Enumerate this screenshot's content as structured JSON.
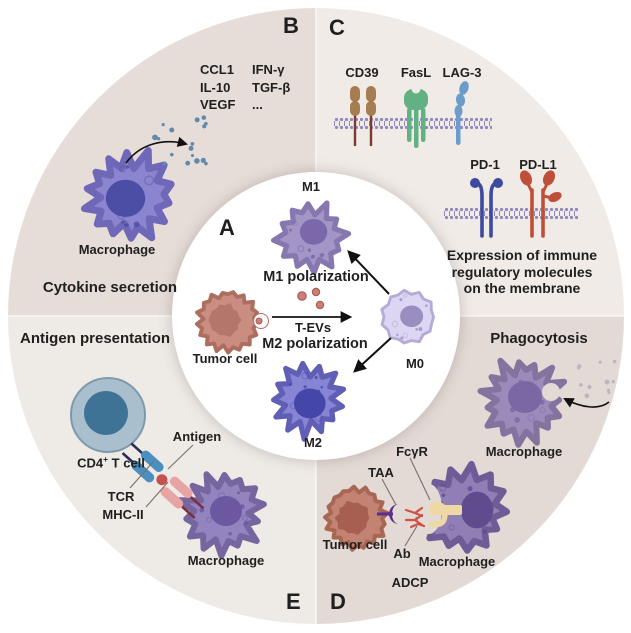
{
  "figure": {
    "panels": {
      "a": {
        "letter": "A",
        "m1": "M1",
        "m0": "M0",
        "m2": "M2",
        "tumor_cell": "Tumor cell",
        "t_evs": "T-EVs",
        "m1_polarization": "M1 polarization",
        "m2_polarization": "M2 polarization"
      },
      "b": {
        "letter": "B",
        "title": "Cytokine secretion",
        "macrophage": "Macrophage",
        "cytokines_col1": [
          "CCL1",
          "IL-10",
          "VEGF"
        ],
        "cytokines_col2": [
          "IFN-γ",
          "TGF-β",
          "..."
        ]
      },
      "c": {
        "letter": "C",
        "receptors": [
          "CD39",
          "FasL",
          "LAG-3"
        ],
        "checkpoints": [
          "PD-1",
          "PD-L1"
        ],
        "caption_line1": "Expression of immune",
        "caption_line2": "regulatory molecules",
        "caption_line3": "on the membrane"
      },
      "d": {
        "letter": "D",
        "title": "Phagocytosis",
        "macrophage": "Macrophage",
        "fcgr": "FcγR",
        "taa": "TAA",
        "tumor_cell": "Tumor cell",
        "ab": "Ab",
        "adcp_macrophage": "Macrophage",
        "adcp": "ADCP"
      },
      "e": {
        "letter": "E",
        "title": "Antigen presentation",
        "cd4_base": "CD4",
        "cd4_sup": "+",
        "cd4_rest": " T cell",
        "tcr": "TCR",
        "mhc_ii": "MHC-II",
        "antigen": "Antigen",
        "macrophage": "Macrophage"
      }
    },
    "palette": {
      "quadB": "#e6ddd8",
      "quadC": "#f0ebe7",
      "quadD": "#e3dad5",
      "quadE": "#eeeae6",
      "ink": "#1f1f1f",
      "macro1": "#8a85ce",
      "macro1n": "#4c4ea6",
      "macro1e": "#6f68b8",
      "m1": "#a396c7",
      "m1n": "#7a68ab",
      "m1e": "#8678ae",
      "m0": "#dcd6f2",
      "m0n": "#9a8ec0",
      "m0e": "#b6abd8",
      "m2": "#8784d4",
      "m2n": "#4547a8",
      "m2e": "#615eb5",
      "macroE": "#9383bf",
      "macroEn": "#6b58a1",
      "macroEe": "#77659f",
      "macroPh": "#9a8bbb",
      "macroPhn": "#7a68a5",
      "macroPhe": "#84729f",
      "macroAd": "#8f7fb5",
      "macroAdn": "#5f4c8e",
      "macroAde": "#6f5c96",
      "tumorA": "#c98e81",
      "tumorAn": "#b4766b",
      "tumorAe": "#ad6e60",
      "tumorD": "#c28373",
      "tumorDn": "#a75f52",
      "tumorDe": "#a86753",
      "tcell": "#a9bfce",
      "tcelln": "#3e7396",
      "tcelle": "#7d9aac",
      "cd39": "#a57d51",
      "cd39stem": "#7a3b2e",
      "fasl": "#62b183",
      "lag3": "#6b9cca",
      "pd1": "#3c4ba0",
      "pdl1": "#bf4f38",
      "mem": "#9187bd",
      "cyt": "#6089ad",
      "tev": "#cd8078",
      "tevEdge": "#a85c52",
      "phdot": "#bcb6bf",
      "tcr": "#4a8fc0",
      "tcrStem": "#2a2a55",
      "mhc": "#e8a3a3",
      "mhcStem": "#7a3040",
      "antigen": "#c4524e",
      "fcgr": "#eed9a5",
      "taa": "#5c2e8f",
      "ab": "#d05045",
      "pointer": "#7a6f68",
      "arrow": "#111111"
    }
  }
}
